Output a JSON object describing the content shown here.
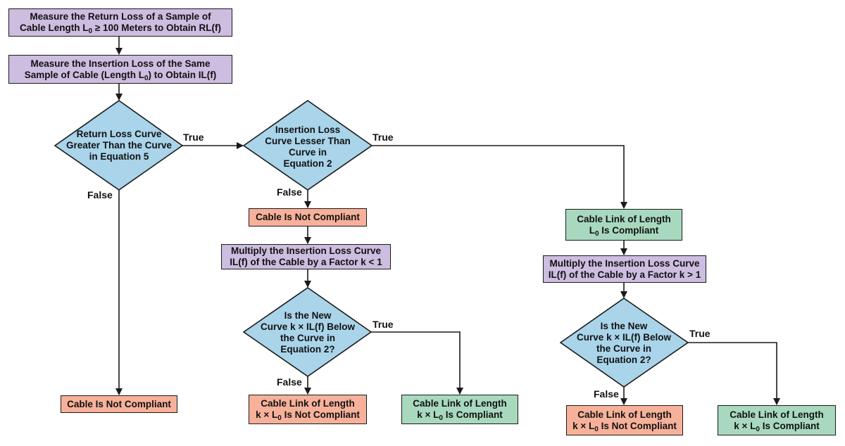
{
  "colors": {
    "purple": "#cdbde0",
    "blue": "#a9d4ea",
    "red": "#f7b19a",
    "green": "#a8d9bf",
    "stroke": "#1a1a1a"
  },
  "steps": {
    "measure_rl": [
      "Measure the Return Loss of a Sample of",
      "Cable Length L",
      "0",
      " ≥ 100 Meters to Obtain RL(f)"
    ],
    "measure_il": [
      "Measure the Insertion Loss of the Same",
      "Sample of Cable (Length L",
      "0",
      ") to Obtain IL(f)"
    ],
    "multiply_k_lt": [
      "Multiply the Insertion Loss Curve",
      "IL(f) of the Cable by a Factor k < 1"
    ],
    "multiply_k_gt": [
      "Multiply the Insertion Loss Curve",
      "IL(f) of the Cable by a Factor k > 1"
    ]
  },
  "decisions": {
    "return_loss": [
      "Return Loss Curve",
      "Greater Than the Curve",
      "in Equation 5"
    ],
    "insertion_loss": [
      "Insertion Loss",
      "Curve Lesser Than",
      "Curve in",
      "Equation 2"
    ],
    "new_curve_mid": [
      "Is the New",
      "Curve k × IL(f) Below",
      "the Curve in",
      "Equation 2?"
    ],
    "new_curve_right": [
      "Is the New",
      "Curve k × IL(f) Below",
      "the Curve in",
      "Equation 2?"
    ]
  },
  "results": {
    "not_compliant_left": "Cable Is Not Compliant",
    "not_compliant_mid": "Cable Is Not Compliant",
    "link_l0_compliant": [
      "Cable Link of Length",
      "L",
      "0",
      " Is Compliant"
    ],
    "mid_not_compliant": [
      "Cable Link of Length",
      "k × L",
      "0",
      " Is Not Compliant"
    ],
    "mid_compliant": [
      "Cable Link of Length",
      "k × L",
      "0",
      " Is Compliant"
    ],
    "right_not_compliant": [
      "Cable Link of Length",
      "k × L",
      "0",
      " Is Not Compliant"
    ],
    "right_compliant": [
      "Cable Link of Length",
      "k × L",
      "0",
      " Is Compliant"
    ]
  },
  "labels": {
    "true": "True",
    "false": "False"
  }
}
